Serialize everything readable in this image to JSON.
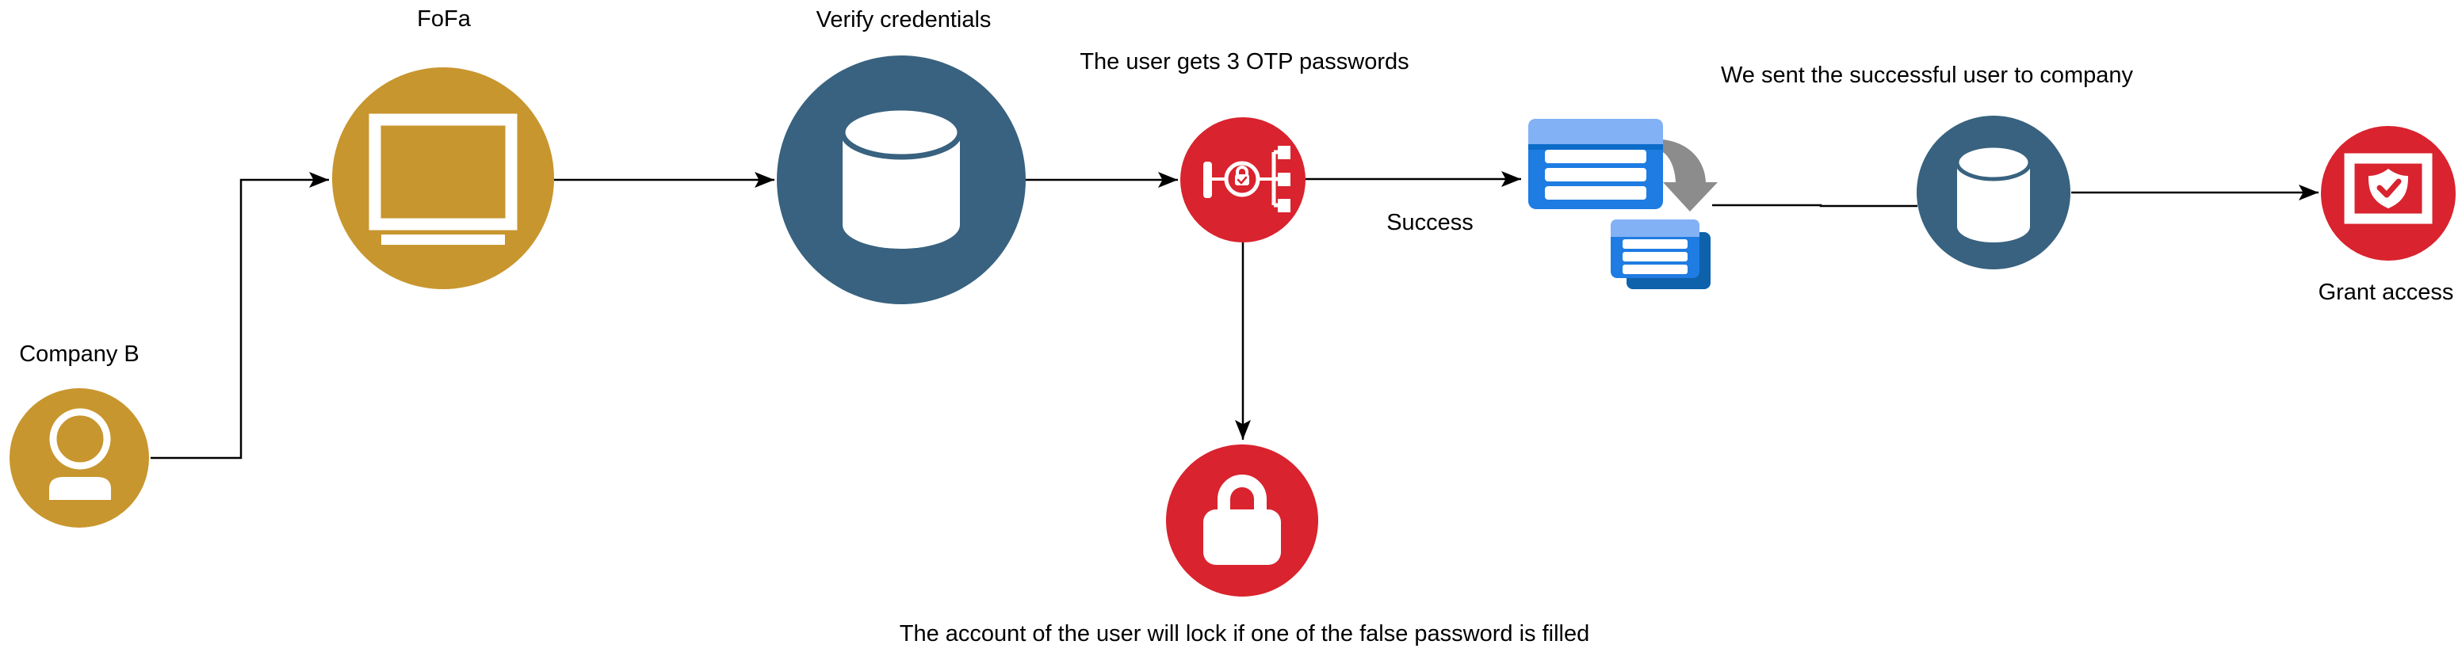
{
  "diagram": {
    "type": "flowchart",
    "description": "Authentication / OTP access flow"
  },
  "colors": {
    "gold": "#c8962e",
    "steel_blue": "#38627f",
    "red": "#d9232e",
    "card_blue": "#1e7ce2",
    "card_header": "#82b1f5",
    "card_strip": "#0c6cc9",
    "card_shadow": "#0d62ab",
    "arrow_gray": "#8c8c8c",
    "line": "#000000",
    "text": "#000000",
    "background": "#ffffff",
    "icon_white": "#ffffff"
  },
  "nodes": [
    {
      "id": "company-b",
      "label": "Company B",
      "icon": "person-icon",
      "color": "#c8962e"
    },
    {
      "id": "fofa",
      "label": "FoFa",
      "icon": "monitor-icon",
      "color": "#c8962e"
    },
    {
      "id": "verify-credentials",
      "label": "Verify credentials",
      "icon": "database-icon",
      "color": "#38627f"
    },
    {
      "id": "otp",
      "label": "The user gets 3 OTP passwords",
      "icon": "mfa-icon",
      "color": "#d9232e"
    },
    {
      "id": "transfer-tables",
      "label": "",
      "icon": "tables-copy-icon",
      "color": "#1e7ce2"
    },
    {
      "id": "company-db",
      "label": "We sent the successful user to company",
      "icon": "database-icon",
      "color": "#38627f"
    },
    {
      "id": "grant-access",
      "label": "Grant access",
      "icon": "shield-check-icon",
      "color": "#d9232e"
    },
    {
      "id": "account-lock",
      "label": "The account of the user will lock if one of the false password is filled",
      "icon": "padlock-icon",
      "color": "#d9232e"
    }
  ],
  "edges": [
    {
      "from": "company-b",
      "to": "fofa",
      "label": ""
    },
    {
      "from": "fofa",
      "to": "verify-credentials",
      "label": ""
    },
    {
      "from": "verify-credentials",
      "to": "otp",
      "label": ""
    },
    {
      "from": "otp",
      "to": "transfer-tables",
      "label": "Success"
    },
    {
      "from": "transfer-tables",
      "to": "company-db",
      "label": ""
    },
    {
      "from": "company-db",
      "to": "grant-access",
      "label": ""
    },
    {
      "from": "otp",
      "to": "account-lock",
      "label": ""
    }
  ]
}
